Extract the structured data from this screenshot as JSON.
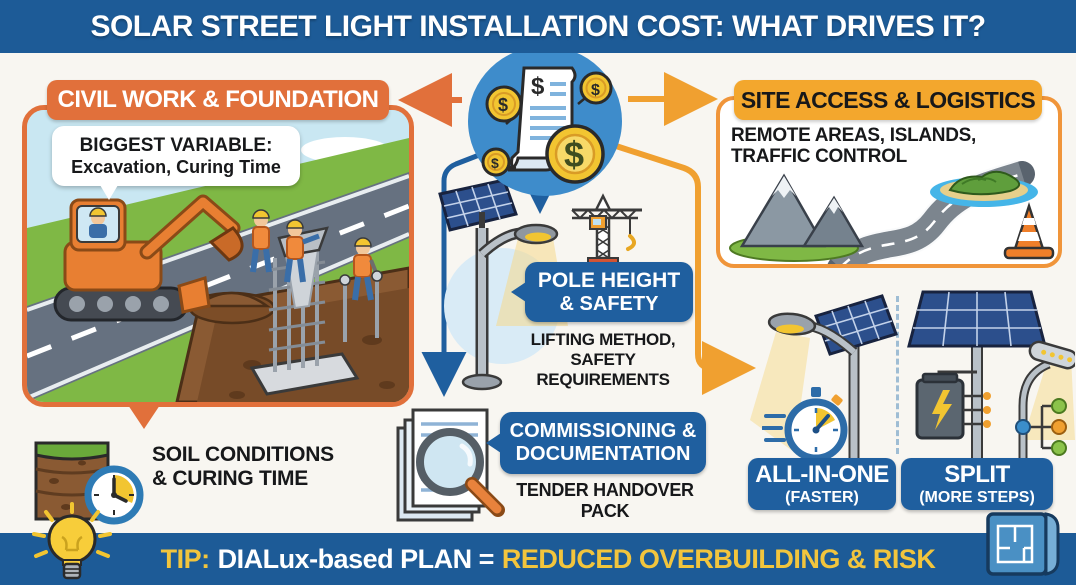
{
  "title": "SOLAR STREET LIGHT INSTALLATION COST: WHAT DRIVES IT?",
  "civil": {
    "header": "CIVIL WORK & FOUNDATION",
    "bubble": {
      "line1": "BIGGEST VARIABLE:",
      "line2": "Excavation, Curing Time"
    },
    "soil_note": {
      "line1": "SOIL CONDITIONS",
      "line2": "& CURING TIME"
    }
  },
  "site_access": {
    "header": "SITE ACCESS & LOGISTICS",
    "note": {
      "line1": "REMOTE AREAS, ISLANDS,",
      "line2": "TRAFFIC CONTROL"
    }
  },
  "pole_safety": {
    "badge": {
      "line1": "POLE HEIGHT",
      "line2": "& SAFETY"
    },
    "note": {
      "line1": "LIFTING METHOD,",
      "line2": "SAFETY",
      "line3": "REQUIREMENTS"
    }
  },
  "commissioning": {
    "badge": {
      "line1": "COMMISSIONING &",
      "line2": "DOCUMENTATION"
    },
    "note": "TENDER HANDOVER PACK"
  },
  "comparison": {
    "all_in_one": {
      "label": "ALL-IN-ONE",
      "sublabel": "(FASTER)"
    },
    "split": {
      "label": "SPLIT",
      "sublabel": "(MORE STEPS)"
    }
  },
  "tip": {
    "prefix": "TIP:",
    "body": "DIALux-based PLAN =",
    "highlight": "REDUCED OVERBUILDING & RISK"
  },
  "icons": [
    "invoice-with-coins-icon",
    "excavator-scene-illustration",
    "soil-layers-icon",
    "clock-icon",
    "solar-street-light-icon",
    "tower-crane-icon",
    "documents-magnifier-icon",
    "mountains-icon",
    "winding-road-icon",
    "island-icon",
    "traffic-cone-icon",
    "all-in-one-light-icon",
    "split-light-icon",
    "stopwatch-icon",
    "flow-diagram-icon",
    "lightbulb-icon",
    "blueprint-icon"
  ],
  "colors": {
    "banner_blue": "#1d5b97",
    "accent_orange": "#e1703b",
    "accent_amber": "#f3a72d",
    "badge_blue": "#1f5f9f",
    "hub_blue": "#3e8ccb",
    "highlight_yellow": "#f2c53d",
    "background": "#f8f6f1"
  }
}
